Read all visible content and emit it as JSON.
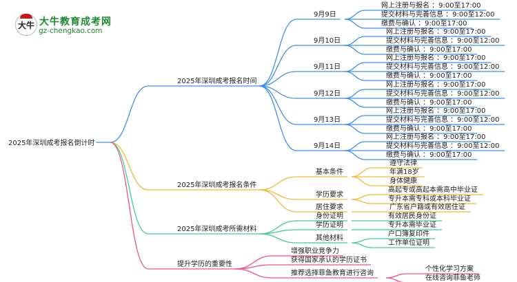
{
  "logo": {
    "brand_name": "大牛教育成考网",
    "url": "gz-chengkao.com",
    "badge_text": "大牛"
  },
  "colors": {
    "blue": "#3b8ef2",
    "orange": "#f4b935",
    "green": "#3fcf8e",
    "pink": "#f0508f"
  },
  "mindmap": {
    "root": "2025年深圳成考报名倒计时",
    "branches": [
      {
        "label": "2025年深圳成考报名时间",
        "color": "blue",
        "children": [
          {
            "label": "9月9日",
            "children": [
              {
                "label": "网上注册与报名 ：9:00至17:00"
              },
              {
                "label": "提交材料与完善信息 ：9:00至12:00"
              },
              {
                "label": "缴费与确认 ：9:00至17:00"
              }
            ]
          },
          {
            "label": "9月10日",
            "children": [
              {
                "label": "网上注册与报名 ：9:00至17:00"
              },
              {
                "label": "提交材料与完善信息 ：9:00至12:00"
              },
              {
                "label": "缴费与确认 ：9:00至17:00"
              }
            ]
          },
          {
            "label": "9月11日",
            "children": [
              {
                "label": "网上注册与报名 ：9:00至17:00"
              },
              {
                "label": "提交材料与完善信息 ：9:00至12:00"
              },
              {
                "label": "缴费与确认 ：9:00至17:00"
              }
            ]
          },
          {
            "label": "9月12日",
            "children": [
              {
                "label": "网上注册与报名 ：9:00至17:00"
              },
              {
                "label": "提交材料与完善信息 ：9:00至12:00"
              },
              {
                "label": "缴费与确认 ：9:00至17:00"
              }
            ]
          },
          {
            "label": "9月13日",
            "children": [
              {
                "label": "网上注册与报名 ：9:00至17:00"
              },
              {
                "label": "提交材料与完善信息 ：9:00至12:00"
              },
              {
                "label": "缴费与确认 ：9:00至17:00"
              }
            ]
          },
          {
            "label": "9月14日",
            "children": [
              {
                "label": "网上注册与报名 ：9:00至17:00"
              },
              {
                "label": "提交材料与完善信息 ：9:00至12:00"
              },
              {
                "label": "缴费与确认 ：9:00至17:00"
              }
            ]
          }
        ]
      },
      {
        "label": "2025年深圳成考报名条件",
        "color": "orange",
        "children": [
          {
            "label": "基本条件",
            "children": [
              {
                "label": "遵守法律"
              },
              {
                "label": "年满18岁"
              },
              {
                "label": "身体健康"
              }
            ]
          },
          {
            "label": "学历要求",
            "children": [
              {
                "label": "高起专或高起本需高中毕业证"
              },
              {
                "label": "专升本需专科或本科毕业证"
              }
            ]
          },
          {
            "label": "居住要求",
            "children": [
              {
                "label": "广东省户籍或有效居住证"
              }
            ]
          }
        ]
      },
      {
        "label": "2025年深圳成考所需材料",
        "color": "green",
        "children": [
          {
            "label": "身份证明",
            "children": [
              {
                "label": "有效居民身份证"
              }
            ]
          },
          {
            "label": "学历证明",
            "children": [
              {
                "label": "专升本需毕业证"
              }
            ]
          },
          {
            "label": "其他材料",
            "children": [
              {
                "label": "户口簿复印件"
              },
              {
                "label": "工作单位证明"
              }
            ]
          }
        ]
      },
      {
        "label": "提升学历的重要性",
        "color": "pink",
        "children": [
          {
            "label": "增强职业竞争力",
            "children": []
          },
          {
            "label": "获得国家承认的学历证书",
            "children": []
          },
          {
            "label": "推荐选择菲鱼教育进行咨询",
            "children": [
              {
                "label": "个性化学习方案"
              },
              {
                "label": "在线咨询菲鱼老师"
              }
            ]
          }
        ]
      }
    ]
  }
}
